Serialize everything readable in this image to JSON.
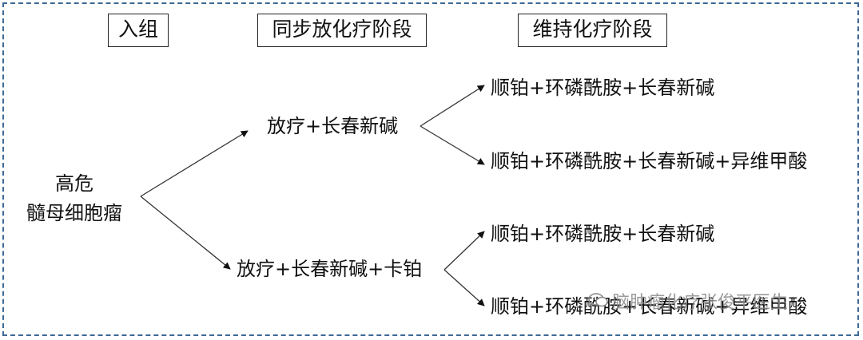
{
  "headers": {
    "enroll": "入组",
    "concurrent_phase": "同步放化疗阶段",
    "maintenance_phase": "维持化疗阶段"
  },
  "origin": {
    "line1": "高危",
    "line2": "髓母细胞瘤"
  },
  "concurrent": {
    "upper": "放疗+长春新碱",
    "lower": "放疗+长春新碱+卡铂"
  },
  "maintenance": {
    "upper_a": "顺铂+环磷酰胺+长春新碱",
    "upper_b": "顺铂+环磷酰胺+长春新碱+异维甲酸",
    "lower_a": "顺铂+环磷酰胺+长春新碱",
    "lower_b": "顺铂+环磷酰胺+长春新碱+异维甲酸"
  },
  "watermark": {
    "text": "脑肿瘤化疗张俊平医生",
    "icon": "wechat-icon"
  },
  "colors": {
    "frame": "#3d6a95",
    "ink": "#111111",
    "watermark": "#8a8a8a"
  }
}
